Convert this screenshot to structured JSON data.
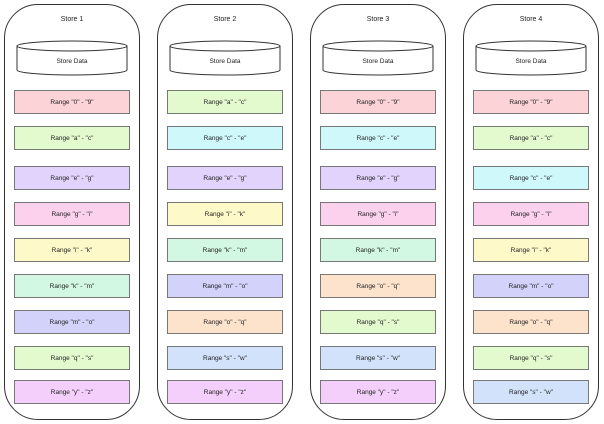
{
  "colors": {
    "pink": "#fcd3d7",
    "green": "#e3f9ce",
    "purple": "#e1d3fb",
    "rose": "#fbd1ee",
    "yellow": "#fdf9c9",
    "mint": "#d2f8e3",
    "lavender": "#d2d2fb",
    "cyan": "#cff8fb",
    "peach": "#fde2cc",
    "blue": "#d2e2fb",
    "violet": "#f4cffb"
  },
  "stores": [
    {
      "title": "Store 1",
      "db_label": "Store Data",
      "ranges": [
        {
          "label": "Range \"0\" - \"9\"",
          "color": "pink"
        },
        {
          "label": "Range \"a\" - \"c\"",
          "color": "green"
        },
        {
          "label": "Range \"e\" - \"g\"",
          "color": "purple"
        },
        {
          "label": "Range \"g\" - \"i\"",
          "color": "rose"
        },
        {
          "label": "Range \"i\" - \"k\"",
          "color": "yellow"
        },
        {
          "label": "Range \"k\" - \"m\"",
          "color": "mint"
        },
        {
          "label": "Range \"m\" - \"o\"",
          "color": "lavender"
        },
        {
          "label": "Range \"q\" - \"s\"",
          "color": "green"
        },
        {
          "label": "Range \"y\" - \"z\"",
          "color": "violet"
        }
      ]
    },
    {
      "title": "Store 2",
      "db_label": "Store Data",
      "ranges": [
        {
          "label": "Range \"a\" - \"c\"",
          "color": "green"
        },
        {
          "label": "Range \"c\" - \"e\"",
          "color": "cyan"
        },
        {
          "label": "Range \"e\" - \"g\"",
          "color": "purple"
        },
        {
          "label": "Range \"i\" - \"k\"",
          "color": "yellow"
        },
        {
          "label": "Range \"k\" - \"m\"",
          "color": "mint"
        },
        {
          "label": "Range \"m\" - \"o\"",
          "color": "lavender"
        },
        {
          "label": "Range \"o\" - \"q\"",
          "color": "peach"
        },
        {
          "label": "Range \"s\" - \"w\"",
          "color": "blue"
        },
        {
          "label": "Range \"y\" - \"z\"",
          "color": "violet"
        }
      ]
    },
    {
      "title": "Store 3",
      "db_label": "Store Data",
      "ranges": [
        {
          "label": "Range \"0\" - \"9\"",
          "color": "pink"
        },
        {
          "label": "Range \"c\" - \"e\"",
          "color": "cyan"
        },
        {
          "label": "Range \"e\" - \"g\"",
          "color": "purple"
        },
        {
          "label": "Range \"g\" - \"i\"",
          "color": "rose"
        },
        {
          "label": "Range \"k\" - \"m\"",
          "color": "mint"
        },
        {
          "label": "Range \"o\" - \"q\"",
          "color": "peach"
        },
        {
          "label": "Range \"q\" - \"s\"",
          "color": "green"
        },
        {
          "label": "Range \"s\" - \"w\"",
          "color": "blue"
        },
        {
          "label": "Range \"y\" - \"z\"",
          "color": "violet"
        }
      ]
    },
    {
      "title": "Store 4",
      "db_label": "Store Data",
      "ranges": [
        {
          "label": "Range \"0\" - \"9\"",
          "color": "pink"
        },
        {
          "label": "Range \"a\" - \"c\"",
          "color": "green"
        },
        {
          "label": "Range \"c\" - \"e\"",
          "color": "cyan"
        },
        {
          "label": "Range \"g\" - \"i\"",
          "color": "rose"
        },
        {
          "label": "Range \"i\" - \"k\"",
          "color": "yellow"
        },
        {
          "label": "Range \"m\" - \"o\"",
          "color": "lavender"
        },
        {
          "label": "Range \"o\" - \"q\"",
          "color": "peach"
        },
        {
          "label": "Range \"q\" - \"s\"",
          "color": "green"
        },
        {
          "label": "Range \"s\" - \"w\"",
          "color": "blue"
        }
      ]
    }
  ]
}
